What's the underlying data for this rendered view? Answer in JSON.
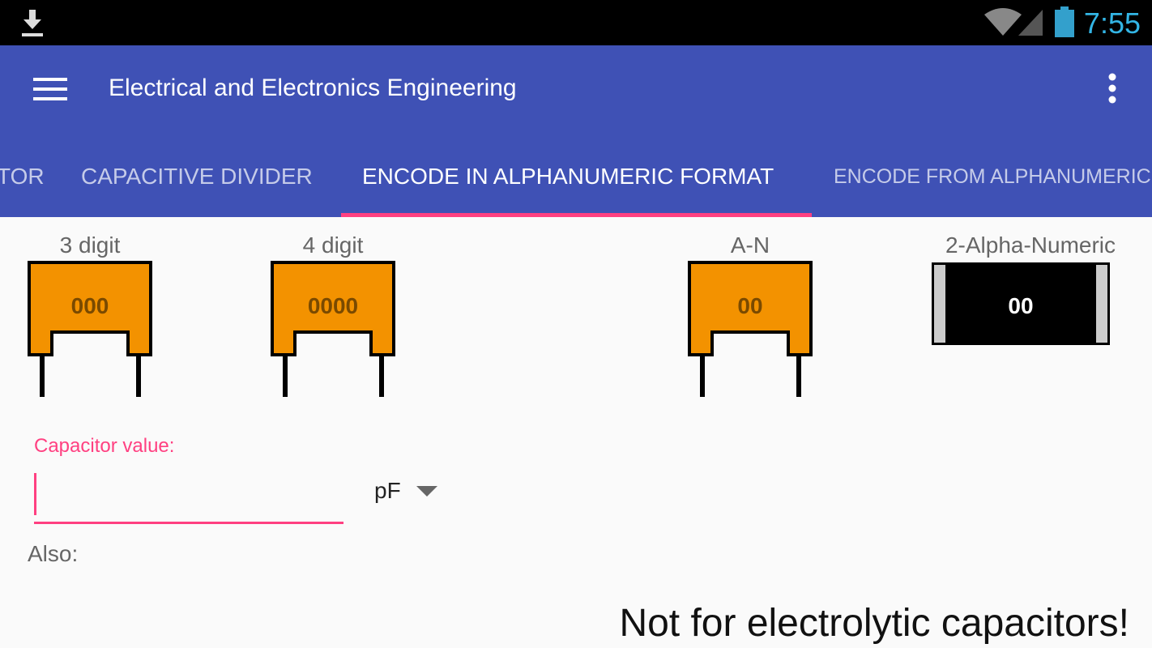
{
  "status": {
    "time": "7:55"
  },
  "appbar": {
    "title": "Electrical and Electronics Engineering"
  },
  "tabs": [
    {
      "label": "TOR"
    },
    {
      "label": "CAPACITIVE DIVIDER"
    },
    {
      "label": "ENCODE IN ALPHANUMERIC FORMAT"
    },
    {
      "label": "ENCODE FROM ALPHANUMERIC"
    }
  ],
  "components": [
    {
      "label": "3 digit",
      "code": "000"
    },
    {
      "label": "4 digit",
      "code": "0000"
    },
    {
      "label": "A-N",
      "code": "00"
    },
    {
      "label": "2-Alpha-Numeric",
      "code": "00"
    }
  ],
  "form": {
    "field_label": "Capacitor value:",
    "value": "",
    "unit": "pF",
    "also": "Also:"
  },
  "note": "Not for electrolytic capacitors!",
  "colors": {
    "primary": "#3f51b5",
    "accent": "#ff4081",
    "capacitor": "#f39200"
  }
}
